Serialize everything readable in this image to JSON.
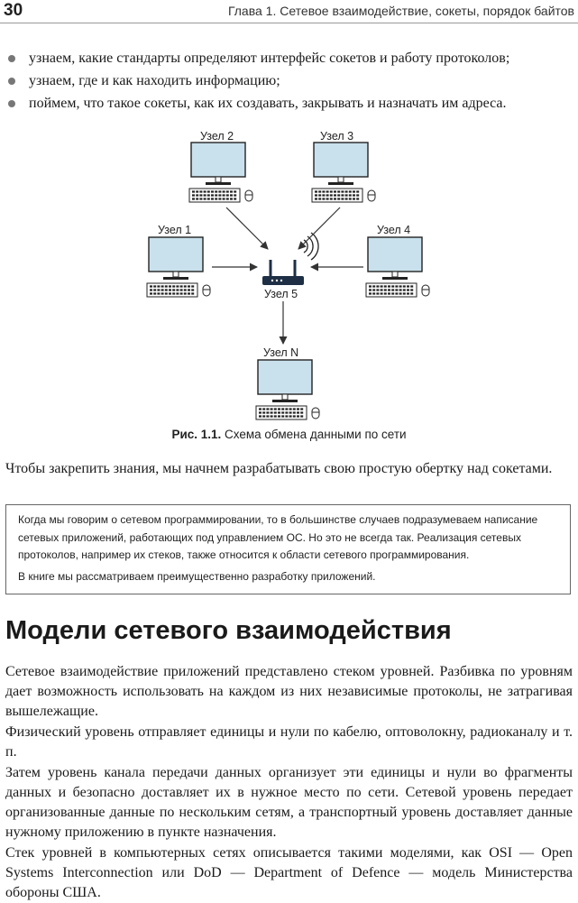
{
  "header": {
    "page_number": "30",
    "chapter_title": "Глава 1. Сетевое взаимодействие, сокеты, порядок байтов"
  },
  "bullets": [
    "узнаем, какие стандарты определяют интерфейс сокетов и работу протоколов;",
    "узнаем, где и как находить информацию;",
    "поймем, что такое сокеты, как их создавать, закрывать и назначать им адреса."
  ],
  "diagram": {
    "nodes": {
      "node2": "Узел 2",
      "node3": "Узел 3",
      "node1": "Узел 1",
      "node4": "Узел 4",
      "node5": "Узел 5",
      "nodeN": "Узел N"
    },
    "colors": {
      "screen": "#c9e1ec",
      "outline": "#222222",
      "router": "#1e2f45"
    }
  },
  "figure": {
    "caption_label": "Рис. 1.1.",
    "caption_text": " Схема обмена данными по сети"
  },
  "paragraph1": "Чтобы закрепить знания, мы начнем разрабатывать свою простую обертку над сокетами.",
  "note": {
    "p1": "Когда мы говорим о сетевом программировании, то в большинстве случаев подразумеваем написание сетевых приложений, работающих под управлением ОС. Но это не всегда так. Реализация сетевых протоколов, например их стеков, также относится к области сетевого программирования.",
    "p2": "В книге мы рассматриваем преимущественно разработку приложений."
  },
  "section_title": "Модели сетевого взаимодействия",
  "paragraphs": [
    "Сетевое взаимодействие приложений представлено стеком уровней. Разбивка по уровням дает возможность использовать на каждом из них независимые протоколы, не затрагивая вышележащие.",
    "Физический уровень отправляет единицы и нули по кабелю, оптоволокну, радиоканалу и т. п.",
    "Затем уровень канала передачи данных организует эти единицы и нули во фрагменты данных и безопасно доставляет их в нужное место по сети. Сетевой уровень передает организованные данные по нескольким сетям, а транспортный уровень доставляет данные нужному приложению в пункте назначения.",
    "Стек уровней в компьютерных сетях описывается такими моделями, как OSI — Open Systems Interconnection или DoD — Department of Defence — модель Министерства обороны США."
  ]
}
